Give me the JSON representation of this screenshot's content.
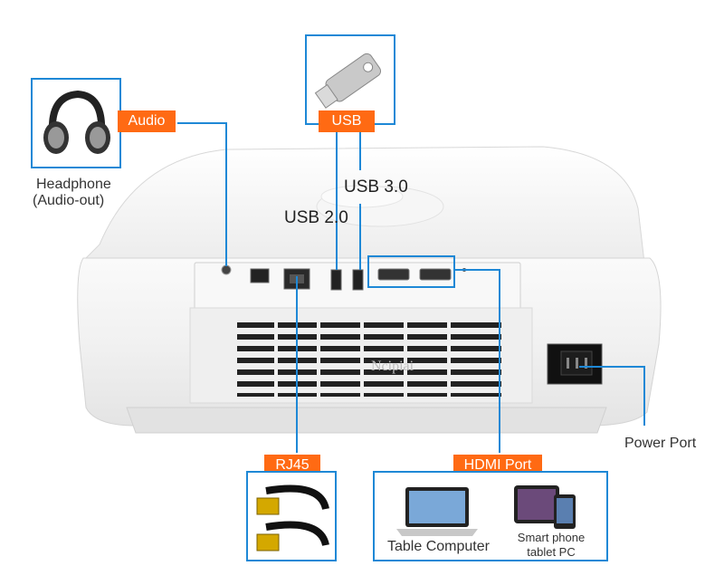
{
  "labels": {
    "audio": "Audio",
    "usb": "USB",
    "rj45": "RJ45",
    "hdmi": "HDMI Port",
    "usb3": "USB 3.0",
    "usb2": "USB 2.0",
    "power": "Power Port",
    "headphone_line1": "Headphone",
    "headphone_line2": "(Audio-out)",
    "laptop": "Table Computer",
    "phone_line1": "Smart phone",
    "phone_line2": "tablet PC",
    "watermark": "Ncipiai"
  },
  "colors": {
    "tag_bg": "#ff6a13",
    "line": "#1e88d6",
    "body": "#f4f4f4"
  },
  "icons": [
    "headphone-icon",
    "usb-drive-icon",
    "ethernet-cable-icon",
    "laptop-icon",
    "tablet-icon",
    "smartphone-icon"
  ]
}
